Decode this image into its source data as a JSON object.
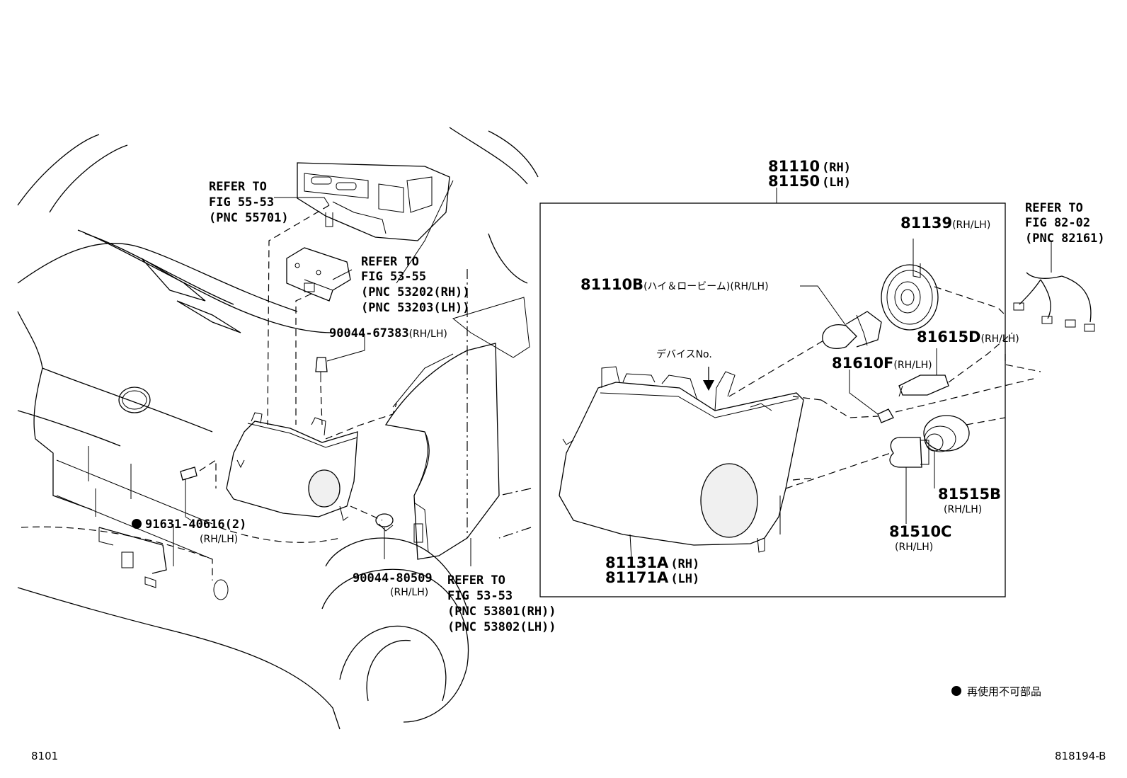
{
  "refs": {
    "fig_55_53": [
      "REFER TO",
      "FIG 55-53",
      "(PNC 55701)"
    ],
    "fig_53_55": [
      "REFER TO",
      "FIG 53-55",
      "(PNC 53202(RH))",
      "(PNC 53203(LH))"
    ],
    "fig_53_53": [
      "REFER TO",
      "FIG 53-53",
      "(PNC 53801(RH))",
      "(PNC 53802(LH))"
    ],
    "fig_82_02": [
      "REFER TO",
      "FIG 82-02",
      "(PNC 82161)"
    ]
  },
  "parts": {
    "p90044_67383": {
      "code": "90044-67383",
      "side": "(RH/LH)"
    },
    "p91631_40616": {
      "code": "91631-40616",
      "qty": "(2)",
      "side": "(RH/LH)"
    },
    "p90044_80509": {
      "code": "90044-80509",
      "side": "(RH/LH)"
    },
    "assembly_rh": {
      "code": "81110",
      "side": "(RH)"
    },
    "assembly_lh": {
      "code": "81150",
      "side": "(LH)"
    },
    "p81139": {
      "code": "81139",
      "side": "(RH/LH)"
    },
    "p81110B": {
      "code": "81110B",
      "desc": "(ハイ＆ロービーム)",
      "side": "(RH/LH)"
    },
    "p81615D": {
      "code": "81615D",
      "side": "(RH/LH)"
    },
    "p81610F": {
      "code": "81610F",
      "side": "(RH/LH)"
    },
    "device_no": "デバイスNo.",
    "p81515B": {
      "code": "81515B",
      "side": "(RH/LH)"
    },
    "p81510C": {
      "code": "81510C",
      "side": "(RH/LH)"
    },
    "housing_rh": {
      "code": "81131A",
      "side": "(RH)"
    },
    "housing_lh": {
      "code": "81171A",
      "side": "(LH)"
    }
  },
  "legend": {
    "text": "再使用不可部品"
  },
  "footer": {
    "left": "8101",
    "right": "818194-B"
  }
}
